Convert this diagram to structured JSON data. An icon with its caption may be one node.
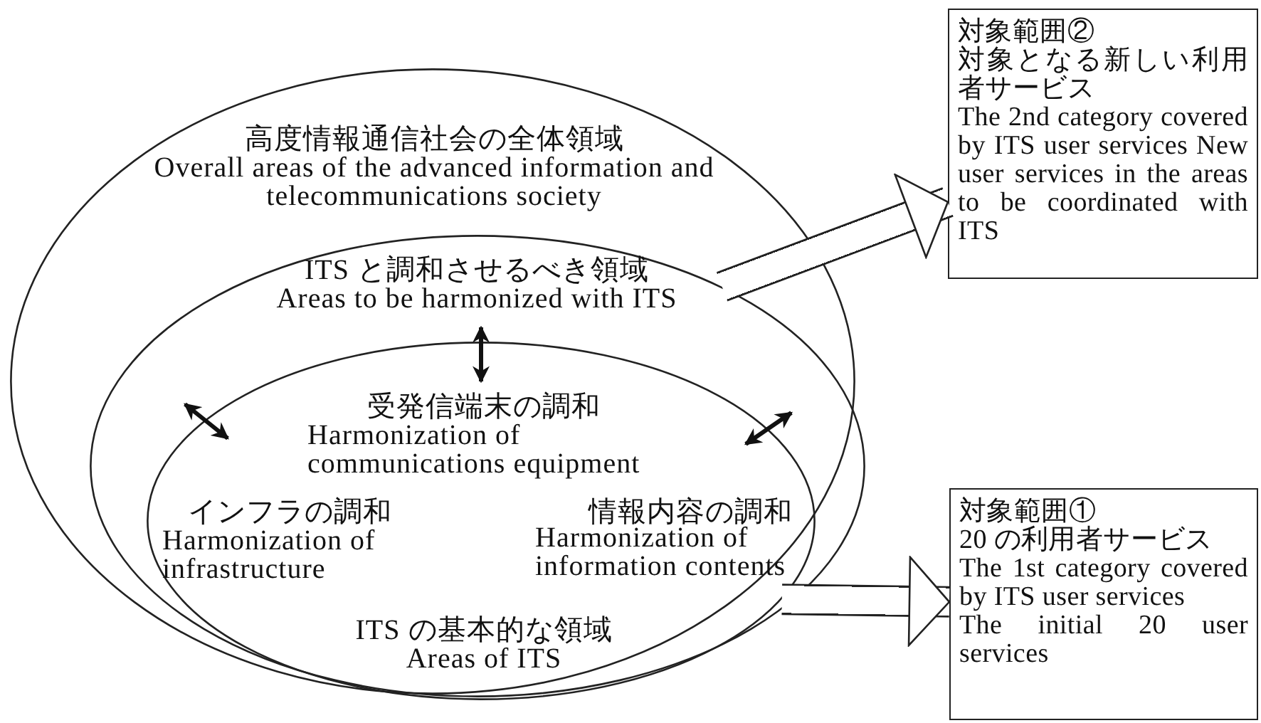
{
  "diagram": {
    "nodes": [
      {
        "text": [
          "高度情報通信社会の全体領域",
          "Overall areas of the advanced information and telecommunications society"
        ]
      },
      {
        "text": [
          "ITS と調和させるべき領域",
          "Areas to be harmonized with ITS"
        ],
        "in": 0
      },
      {
        "text": [
          "ITS の基本的な領域",
          "Areas of ITS"
        ],
        "in": 1
      },
      {
        "text": [
          "対象範囲②",
          "対象となる新しい利用者サービス",
          "The 2nd category covered by ITS user services New user services in the areas to be coordinated with ITS"
        ]
      },
      {
        "text": [
          "対象範囲①",
          "20 の利用者サービス",
          "The 1st category covered by ITS user services",
          "The initial 20 user services"
        ]
      }
    ],
    "edges": [
      {
        "from": 1,
        "to": 3,
        "arrow": "to",
        "style": "thick"
      },
      {
        "from": 2,
        "to": 4,
        "arrow": "to",
        "style": "thick"
      }
    ],
    "labels": [
      "受発信端末の調和",
      "Harmonization of communications equipment",
      "インフラの調和",
      "Harmonization of infrastructure",
      "情報内容の調和",
      "Harmonization of information contents"
    ]
  }
}
